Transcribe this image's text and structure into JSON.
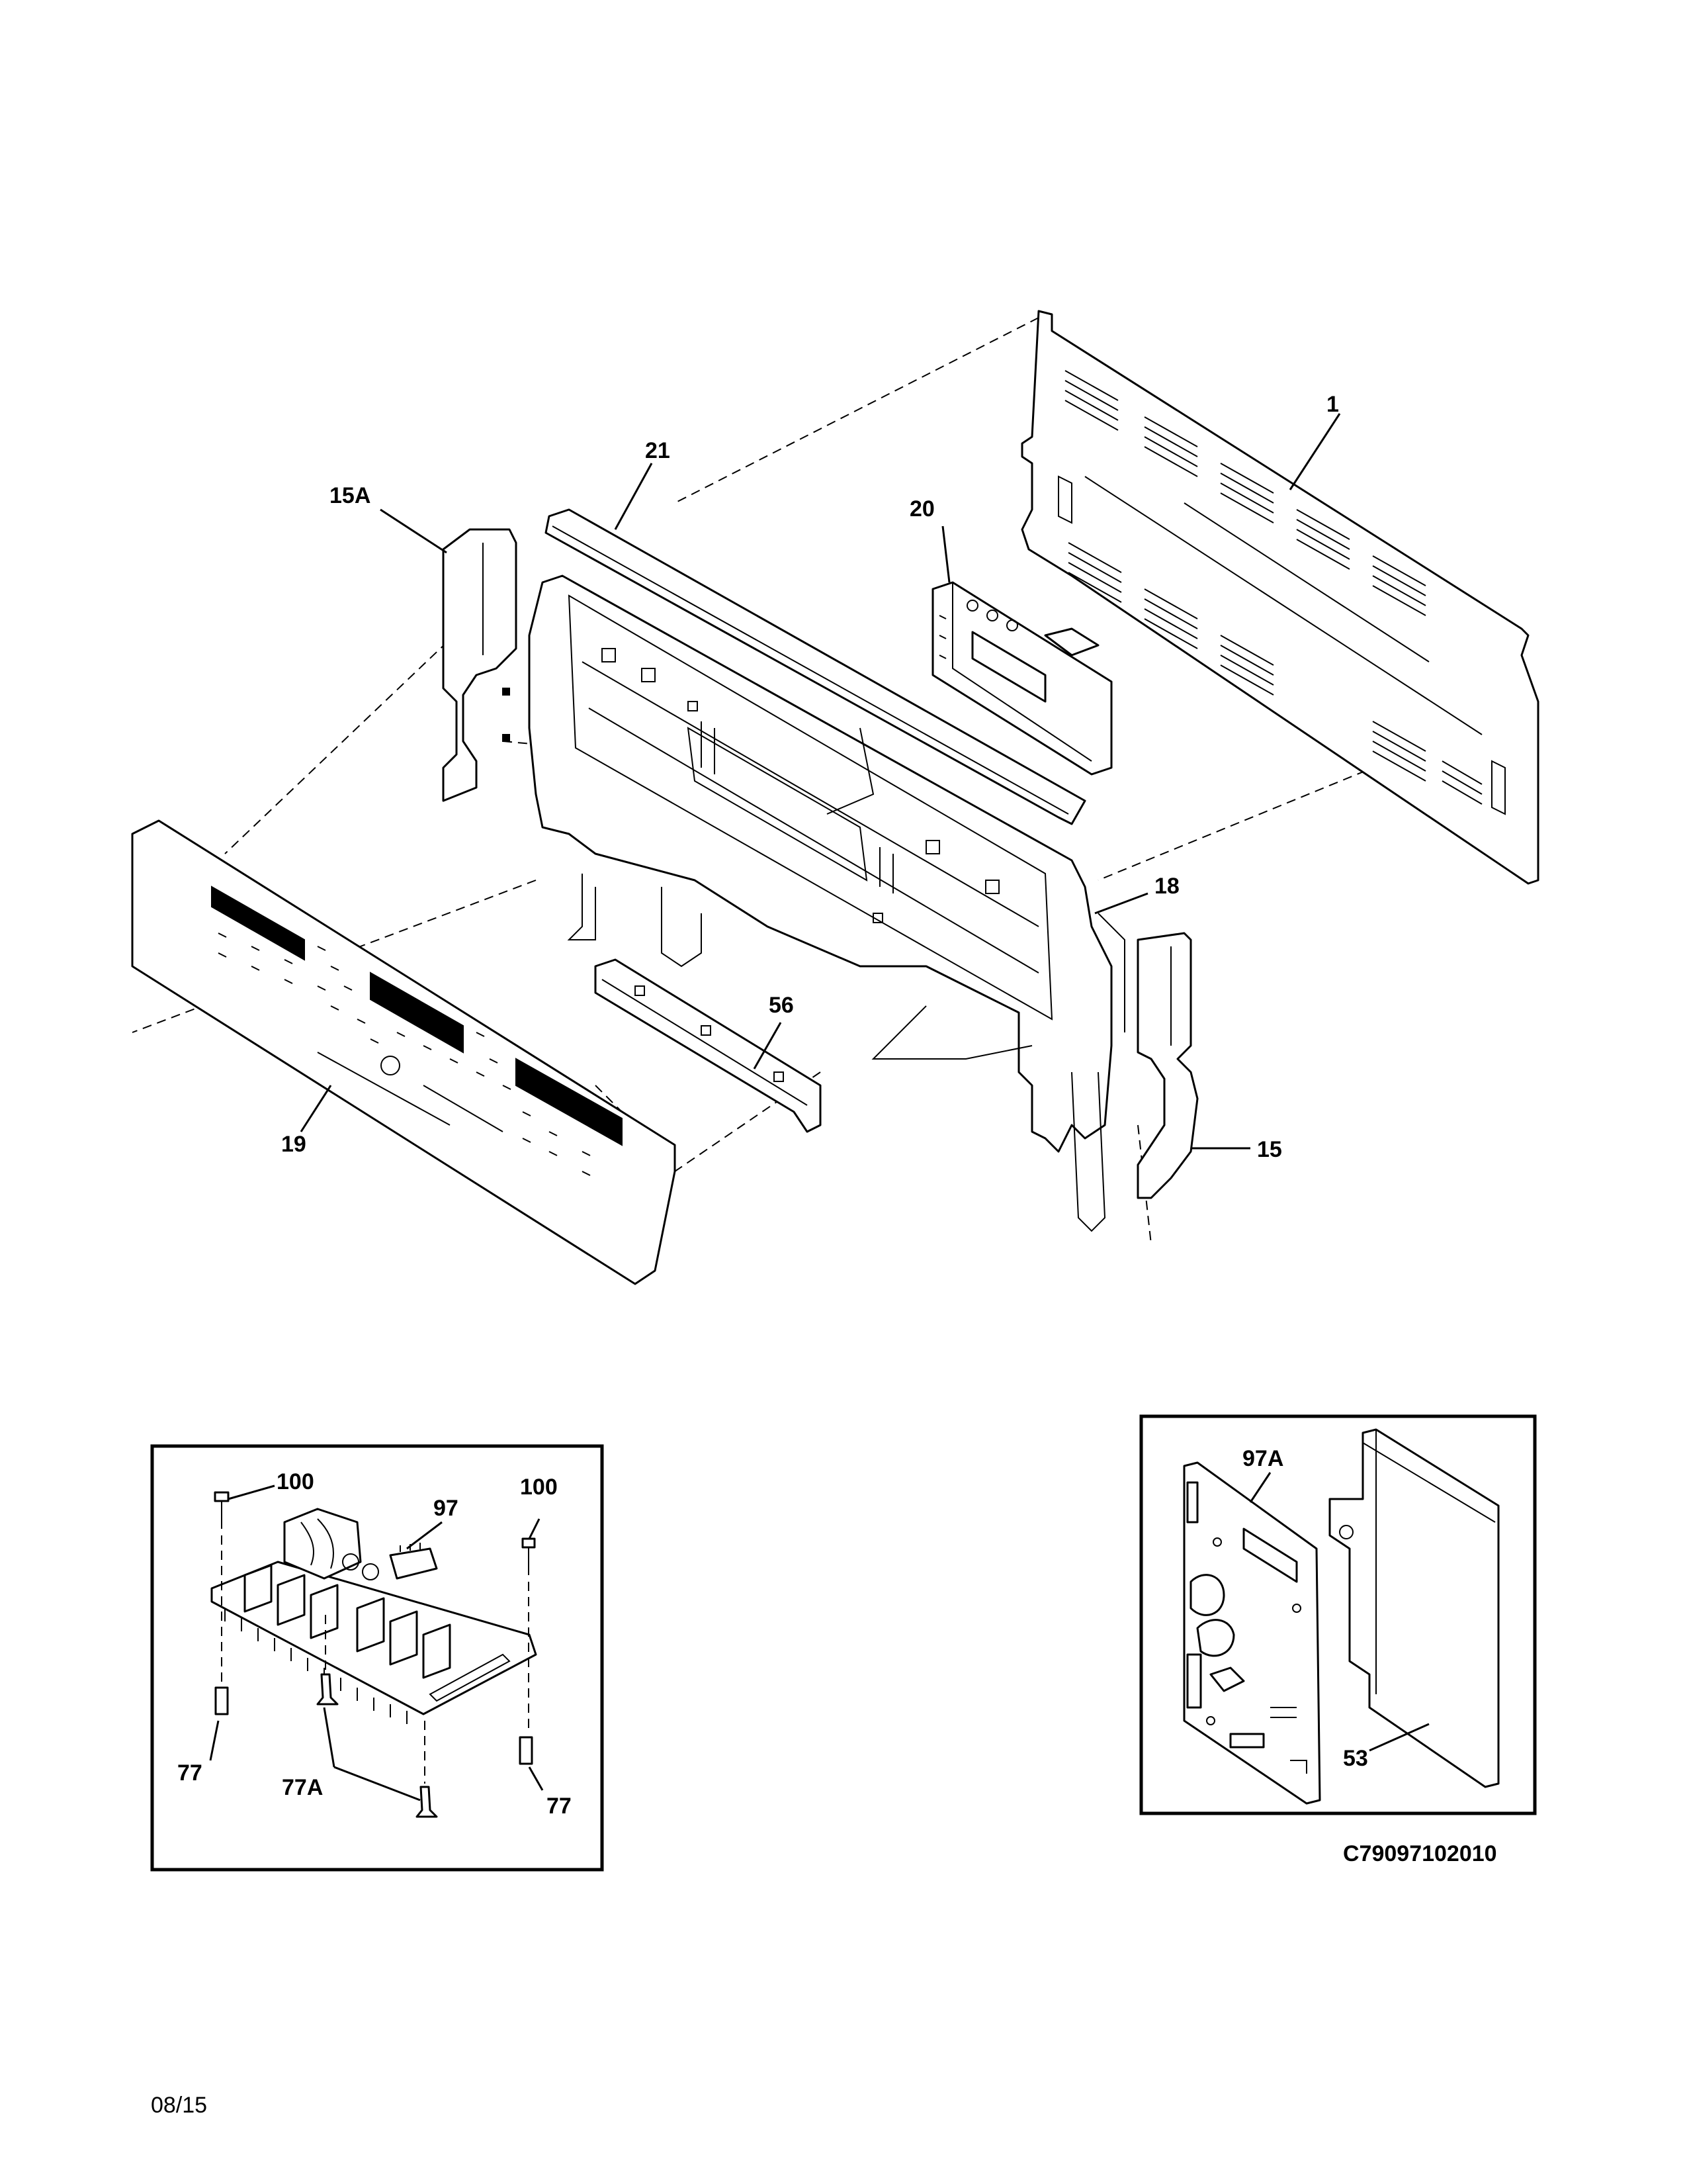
{
  "callouts": {
    "c1": "1",
    "c21": "21",
    "c15A": "15A",
    "c20": "20",
    "c18": "18",
    "c56": "56",
    "c15": "15",
    "c19": "19",
    "c100a": "100",
    "c97": "97",
    "c100b": "100",
    "c77a": "77",
    "c77A": "77A",
    "c77b": "77",
    "c97A": "97A",
    "c53": "53"
  },
  "drawing_code": "C79097102010",
  "date_code": "08/15"
}
